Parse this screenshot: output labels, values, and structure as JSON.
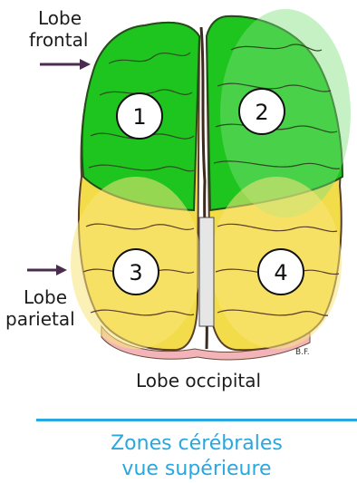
{
  "labels": {
    "frontal_line1": "Lobe",
    "frontal_line2": "frontal",
    "parietal_line1": "Lobe",
    "parietal_line2": "parietal",
    "occipital": "Lobe occipital",
    "signature": "B.F."
  },
  "zones": [
    "1",
    "2",
    "3",
    "4"
  ],
  "caption": {
    "line1": "Zones cérébrales",
    "line2": "vue supérieure"
  },
  "colors": {
    "frontal": "#1ec51e",
    "parietal": "#f3dc4a",
    "occipital": "#f2b4b8",
    "arrow": "#4a2c4e",
    "accent": "#29a7e0"
  }
}
